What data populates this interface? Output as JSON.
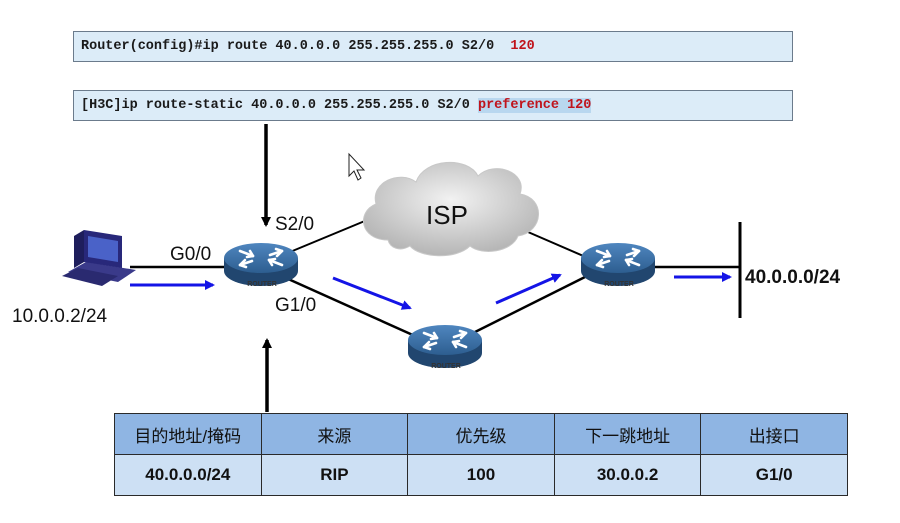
{
  "commands": {
    "cisco": {
      "prefix": "Router(config)#ip route 40.0.0.0 255.255.255.0 S2/0  ",
      "value": "120"
    },
    "h3c": {
      "prefix": "[H3C]ip route-static 40.0.0.0 255.255.255.0 S2/0 ",
      "highlight": "preference 120"
    }
  },
  "cloud": {
    "label": "ISP"
  },
  "interfaces": {
    "s2_0": "S2/0",
    "g0_0": "G0/0",
    "g1_0": "G1/0"
  },
  "hosts": {
    "source_ip": "10.0.0.2/24",
    "dest_network": "40.0.0.0/24"
  },
  "router_caption": "ROUTER",
  "route_table": {
    "headers": [
      "目的地址/掩码",
      "来源",
      "优先级",
      "下一跳地址",
      "出接口"
    ],
    "rows": [
      [
        "40.0.0.0/24",
        "RIP",
        "100",
        "30.0.0.2",
        "G1/0"
      ]
    ]
  },
  "colors": {
    "command_bg": "#dcecf8",
    "router": "#2f5f92",
    "arrow": "#1414e6",
    "header_bg": "#8fb5e3",
    "cell_bg": "#cde0f4"
  },
  "icons": [
    "computer-icon",
    "router-icon",
    "cloud-icon",
    "cursor-icon"
  ]
}
